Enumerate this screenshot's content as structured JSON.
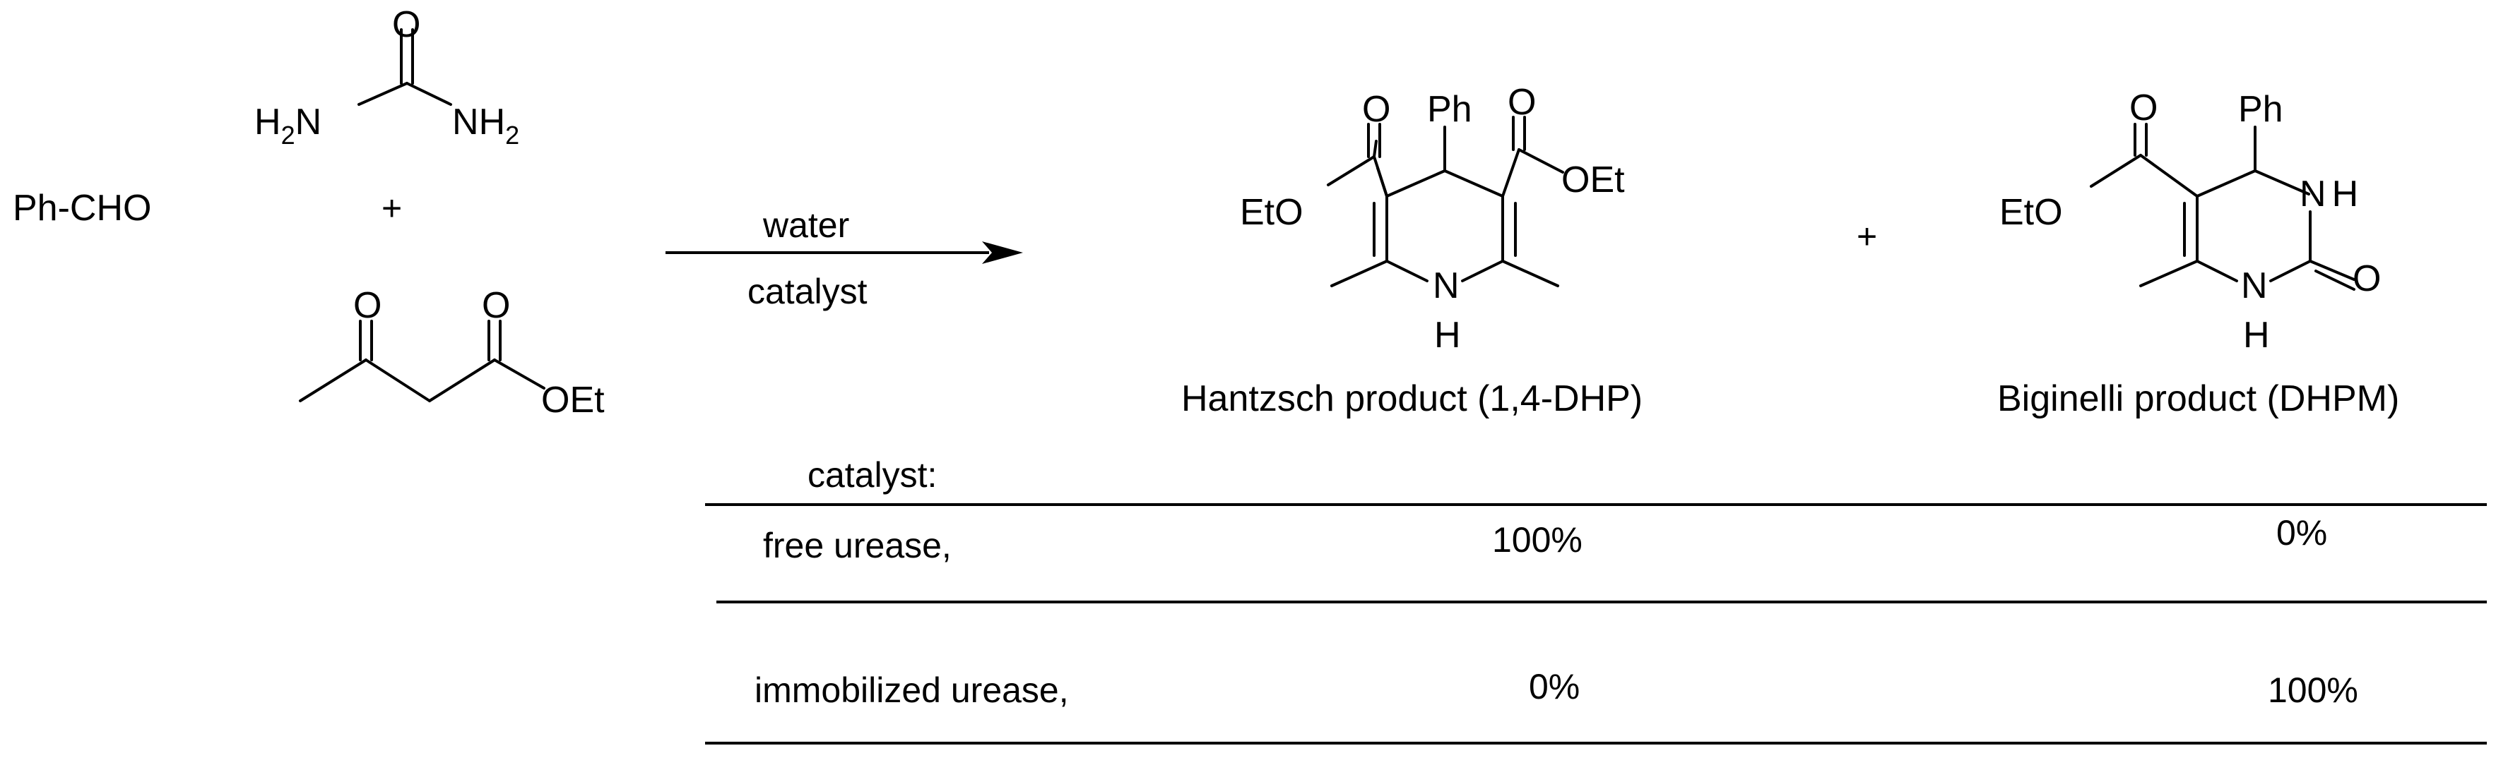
{
  "reactants": {
    "aldehyde": "Ph-CHO",
    "urea": {
      "oxygen": "O",
      "amine_left": "H",
      "amine_left_sub": "2",
      "amine_left_n": "N",
      "amine_right_n": "N",
      "amine_right": "H",
      "amine_right_sub": "2"
    },
    "plus": "+",
    "ketoester": {
      "oxygen_ketone": "O",
      "oxygen_ester": "O",
      "ester_group": "OEt"
    }
  },
  "conditions": {
    "above_arrow": "water",
    "below_arrow": "catalyst"
  },
  "products": {
    "plus": "+",
    "hantzsch": {
      "label": "Hantzsch product (1,4-DHP)",
      "atoms": {
        "o_left": "O",
        "o_right": "O",
        "ester_left": "EtO",
        "ester_right": "OEt",
        "ph": "Ph",
        "n": "N",
        "nh": "H"
      }
    },
    "biginelli": {
      "label": "Biginelli product (DHPM)",
      "atoms": {
        "o_ester": "O",
        "ester": "EtO",
        "ph": "Ph",
        "n_top": "N",
        "n_top_h": "H",
        "n_bottom": "N",
        "n_bottom_h": "H",
        "o_urea": "O"
      }
    }
  },
  "table": {
    "header": "catalyst:",
    "rows": [
      {
        "catalyst": "free urease,",
        "hantzsch": "100%",
        "biginelli": "0%"
      },
      {
        "catalyst": "immobilized urease,",
        "hantzsch": "0%",
        "biginelli": "100%"
      }
    ]
  }
}
